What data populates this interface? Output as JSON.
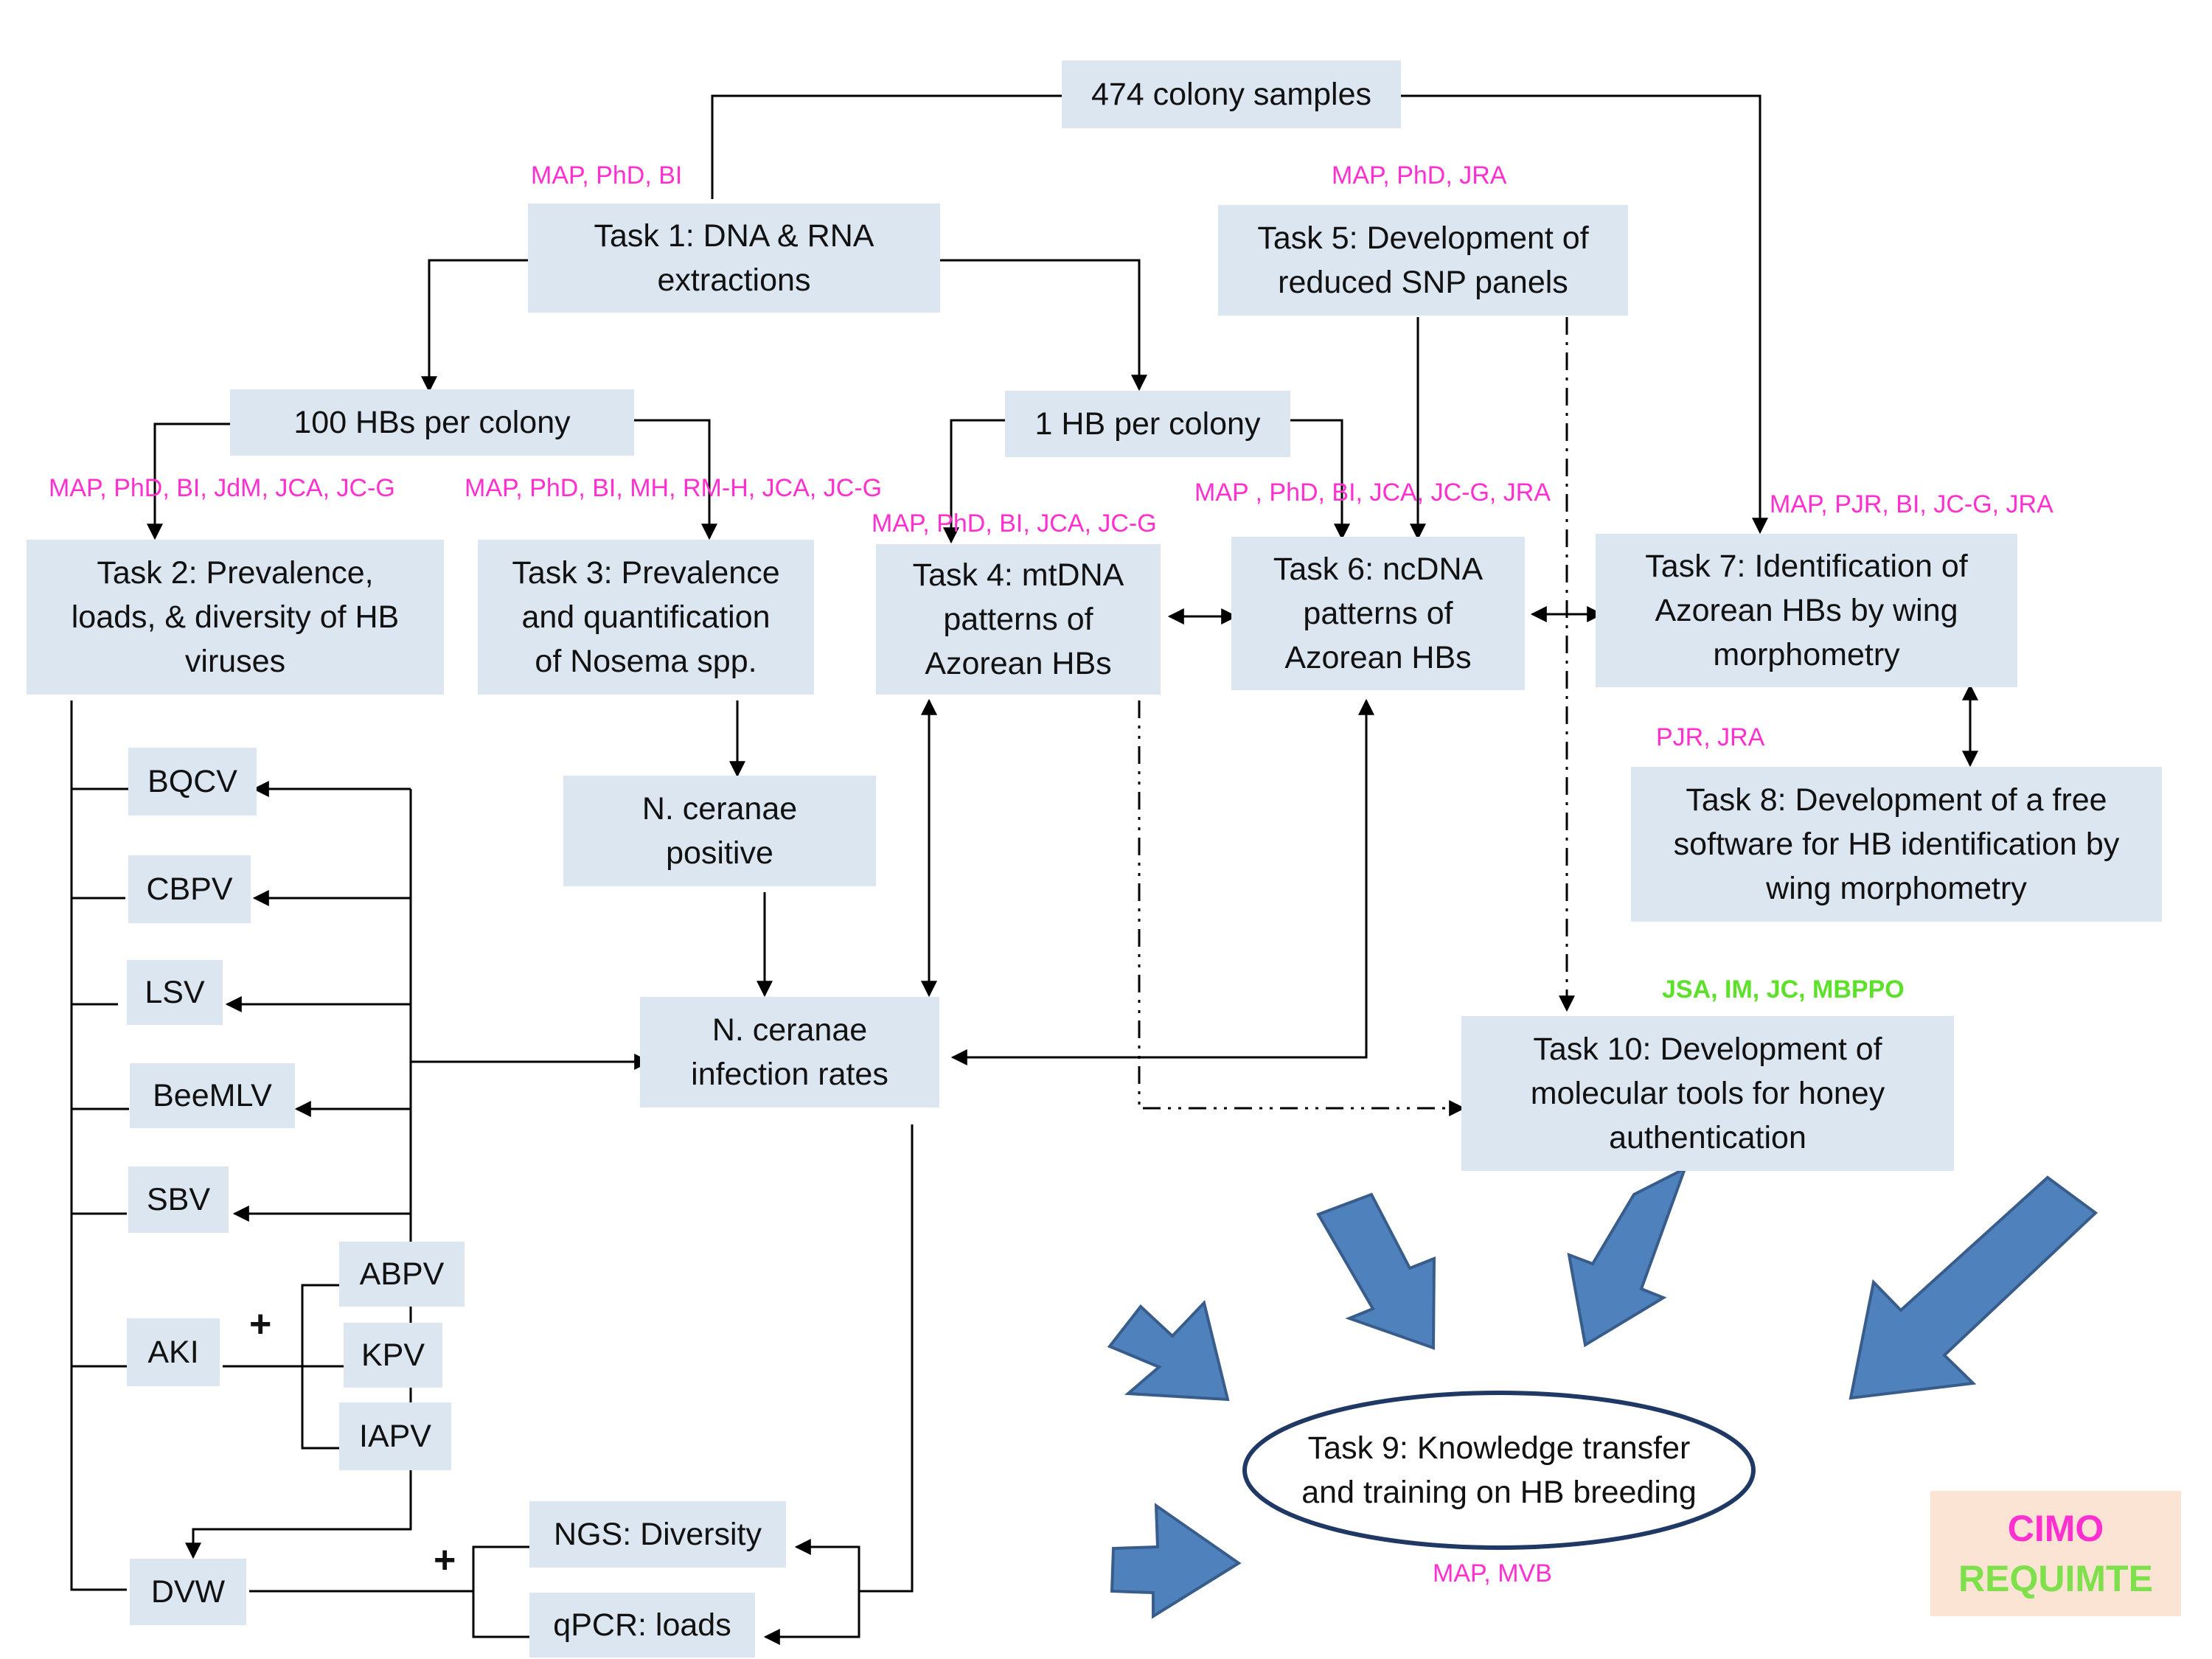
{
  "nodes": {
    "colony_samples": "474 colony samples",
    "task1": "Task 1: DNA & RNA\nextractions",
    "task5": "Task 5: Development of\nreduced SNP panels",
    "hbs100": "100 HBs per colony",
    "hb1": "1 HB per colony",
    "task2": "Task 2: Prevalence,\nloads, & diversity of HB\nviruses",
    "task3": "Task 3: Prevalence\nand quantification\nof Nosema spp.",
    "task4": "Task 4: mtDNA\npatterns of\nAzorean HBs",
    "task6": "Task 6: ncDNA\npatterns of\nAzorean HBs",
    "task7": "Task 7: Identification of\nAzorean HBs by wing\nmorphometry",
    "task8": "Task 8: Development of a free\nsoftware for HB identification by\nwing morphometry",
    "nceranae_pos": "N. ceranae\npositive",
    "nceranae_inf": "N. ceranae\ninfection rates",
    "task10": "Task 10: Development of\nmolecular tools for honey\nauthentication",
    "task9": "Task 9: Knowledge transfer\nand training on HB breeding",
    "bqcv": "BQCV",
    "cbpv": "CBPV",
    "lsv": "LSV",
    "beemlv": "BeeMLV",
    "sbv": "SBV",
    "aki": "AKI",
    "abpv": "ABPV",
    "kpv": "KPV",
    "iapv": "IAPV",
    "dvw": "DVW",
    "ngs": "NGS: Diversity",
    "qpcr": "qPCR:  loads"
  },
  "team_labels": {
    "task1": "MAP, PhD, BI",
    "task5": "MAP, PhD, JRA",
    "task2": "MAP, PhD, BI, JdM, JCA, JC-G",
    "task3": "MAP, PhD, BI, MH, RM-H, JCA, JC-G",
    "task4": "MAP, PhD, BI, JCA, JC-G",
    "task6": "MAP , PhD, BI, JCA, JC-G, JRA",
    "task7": "MAP, PJR, BI, JC-G, JRA",
    "task8": "PJR, JRA",
    "task10": "JSA,  IM, JC, MBPPO",
    "task9": "MAP, MVB"
  },
  "plus_signs": [
    "+",
    "+"
  ],
  "logo": {
    "line1": "CIMO",
    "line2": "REQUIMTE"
  },
  "colors": {
    "box_fill": "#dce6f1",
    "team_label": "#ff2fd0",
    "team_label_task10": "#5ce02a",
    "arrow_fill": "#4f81bd",
    "arrow_stroke": "#385d8a",
    "ellipse_stroke": "#1f3864"
  }
}
